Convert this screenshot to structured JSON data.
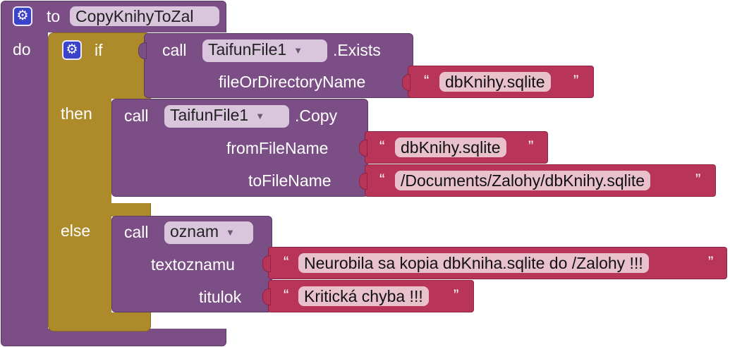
{
  "procedure": {
    "to_kw": "to",
    "name": "CopyKnihyToZal",
    "do_kw": "do"
  },
  "if_block": {
    "if_kw": "if",
    "then_kw": "then",
    "else_kw": "else"
  },
  "exists_call": {
    "call_kw": "call",
    "component": "TaifunFile1",
    "method": ".Exists",
    "param1": "fileOrDirectoryName",
    "value1": "dbKnihy.sqlite"
  },
  "copy_call": {
    "call_kw": "call",
    "component": "TaifunFile1",
    "method": ".Copy",
    "param1": "fromFileName",
    "value1": "dbKnihy.sqlite",
    "param2": "toFileName",
    "value2": "/Documents/Zalohy/dbKnihy.sqlite"
  },
  "oznam_call": {
    "call_kw": "call",
    "procedure": "oznam",
    "param1": "textoznamu",
    "value1": "Neurobila sa kopia dbKniha.sqlite do /Zalohy !!!",
    "param2": "titulok",
    "value2": "Kritická chyba !!!"
  },
  "quote_open": "“",
  "quote_close": "”",
  "dropdown_arrow": "▼",
  "colors": {
    "procedure": "#7b4e86",
    "control": "#ad8a2a",
    "text": "#b83559",
    "mutator_icon": "#3b44c8"
  },
  "icons": [
    "gear-icon"
  ]
}
